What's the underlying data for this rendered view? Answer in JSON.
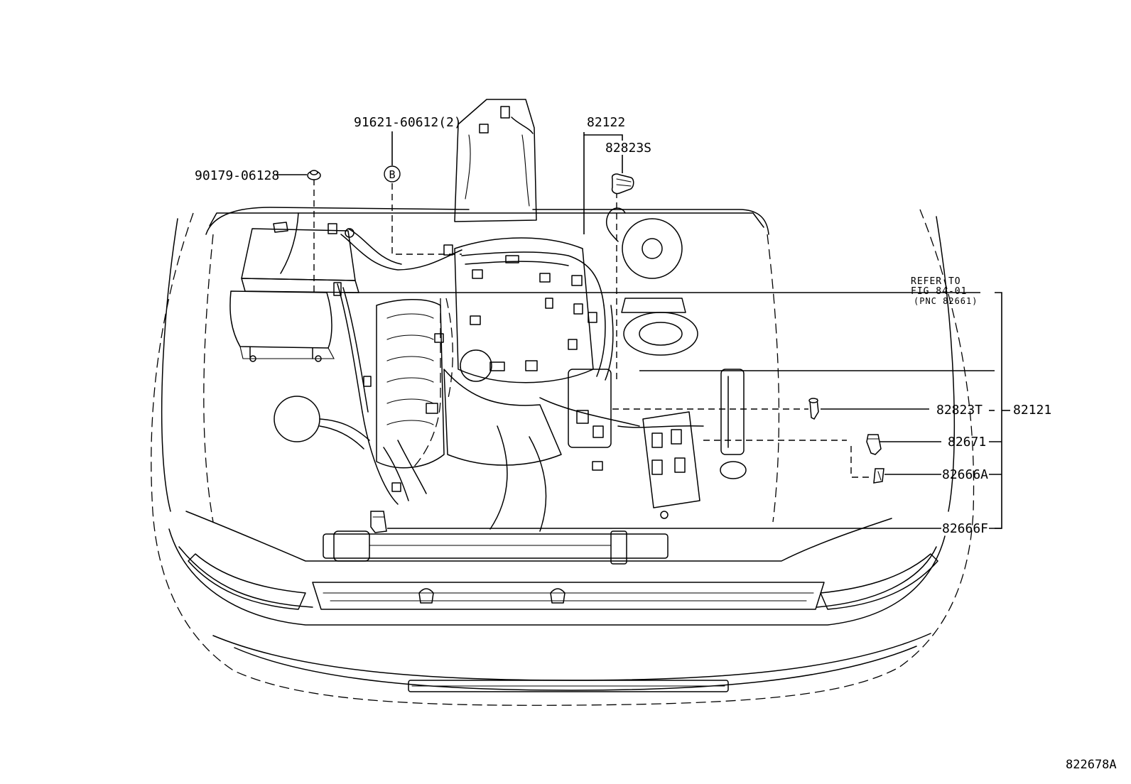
{
  "diagram": {
    "callouts": {
      "p90179": "90179-06128",
      "p91621": "91621-60612(2)",
      "p91621_marker": "B",
      "p82122": "82122",
      "p82823S": "82823S",
      "p82823T": "82823T",
      "p82121": "82121",
      "p82671": "82671",
      "p82666A": "82666A",
      "p82666F": "82666F"
    },
    "reference_note": {
      "line1": "REFER TO",
      "line2": "FIG 84-01",
      "line3": "(PNC 82661)"
    },
    "figure_code": "822678A"
  }
}
